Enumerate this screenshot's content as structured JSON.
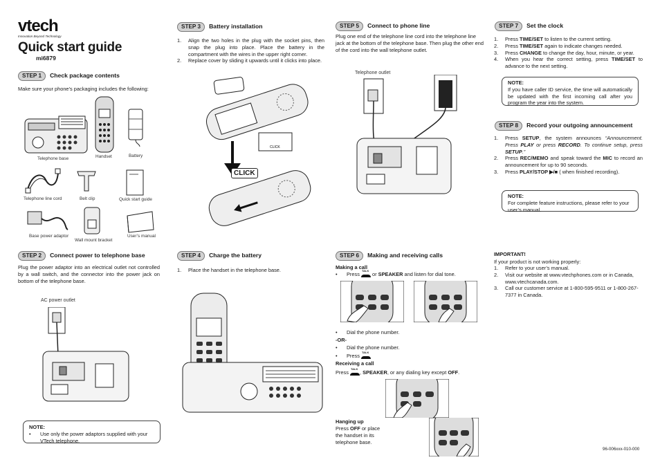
{
  "brand": {
    "logo": "vtech",
    "tagline": "Innovation Beyond Technology"
  },
  "title": "Quick start guide",
  "model": "mi6879",
  "steps": {
    "s1": {
      "badge": "STEP 1",
      "title": "Check package contents",
      "intro": "Make sure your phone’s packaging includes the following:",
      "items": {
        "base": "Telephone base",
        "handset": "Handset",
        "battery": "Battery",
        "cord": "Telephone line cord",
        "clip": "Belt clip",
        "qsg": "Quick start guide",
        "adaptor": "Base power adaptor",
        "bracket": "Wall mount bracket",
        "manual": "User’s manual"
      }
    },
    "s2": {
      "badge": "STEP 2",
      "title": "Connect power to telephone base",
      "body": "Plug the power adaptor into an electrical outlet not controlled by a wall switch, and the connector into the power jack on bottom of the telephone base.",
      "outlet": "AC power outlet",
      "note_h": "NOTE:",
      "note": "Use only the power adaptors supplied with your VTech telephone."
    },
    "s3": {
      "badge": "STEP 3",
      "title": "Battery installation",
      "items": [
        "Align the two holes in the plug with the socket pins, then snap the plug into place. Place the battery in the compartment with the wires in the upper right corner.",
        "Replace cover by sliding it upwards until it clicks into place."
      ],
      "click": "CLICK",
      "click_small": "CLICK"
    },
    "s4": {
      "badge": "STEP 4",
      "title": "Charge the battery",
      "items": [
        "Place the handset in the telephone base."
      ]
    },
    "s5": {
      "badge": "STEP 5",
      "title": "Connect to phone line",
      "body": "Plug one end of the telephone line cord into the telephone line jack at the bottom of the telephone base. Then plug the other end of the cord into the wall telephone outlet.",
      "outlet": "Telephone outlet"
    },
    "s6": {
      "badge": "STEP 6",
      "title": "Making and receiving calls",
      "making_h": "Making a call",
      "press": "Press",
      "or": "or",
      "speaker": "SPEAKER",
      "listen": "and listen for dial tone.",
      "dial": "Dial the phone number.",
      "or_sep": "-OR-",
      "talk": "TALK",
      "receiving_h": "Receiving a call",
      "recv_press": "Press",
      "recv_rest1": ",",
      "recv_rest2": ", or any dialing key except",
      "off": "OFF",
      "period": ".",
      "hang_h": "Hanging up",
      "hang_1": "Press",
      "hang_2": "or place the handset in its telephone base."
    },
    "s7": {
      "badge": "STEP 7",
      "title": "Set the clock",
      "items": [
        {
          "a": "Press ",
          "b": "TIME/SET",
          "c": " to listen to the current setting."
        },
        {
          "a": "Press ",
          "b": "TIME/SET",
          "c": " again to indicate changes needed."
        },
        {
          "a": "Press ",
          "b": "CHANGE",
          "c": " to change the day, hour, minute, or year."
        },
        {
          "a": "When you hear the correct setting, press ",
          "b": "TIME/SET",
          "c": " to advance to the next setting."
        }
      ],
      "note_h": "NOTE:",
      "note": "If you have caller ID service, the time will automatically be updated with the first incoming call after you program the year into the system."
    },
    "s8": {
      "badge": "STEP 8",
      "title": "Record your outgoing announcement",
      "i1a": "Press ",
      "i1b": "SETUP",
      "i1c": ", the system announces ",
      "i1d": "“Announcement. Press ",
      "i1e": "PLAY",
      "i1f": " or press ",
      "i1g": "RECORD",
      "i1h": ". To continue setup, press ",
      "i1i": "SETUP",
      "i1j": ".”",
      "i2a": "Press ",
      "i2b": "REC/MEMO",
      "i2c": " and speak toward the ",
      "i2d": "MIC",
      "i2e": " to record an announcement for up to 90 seconds.",
      "i3a": "Press ",
      "i3b": "PLAY/STOP ▶/■",
      "i3c": " ( when finished recording).",
      "note_h": "NOTE:",
      "note": "For complete feature instructions, please refer to your user’s manual."
    }
  },
  "important": {
    "h": "IMPORTANT!",
    "intro": "If your product is not working properly:",
    "items": [
      "Refer to your user’s manual.",
      "Visit our website at www.vtechphones.com or in Canada, www.vtechcanada.com.",
      "Call our customer service at 1-800-595-9511 or 1-800-267-7377 in Canada."
    ]
  },
  "part_number": "96-006xxx-010-000"
}
